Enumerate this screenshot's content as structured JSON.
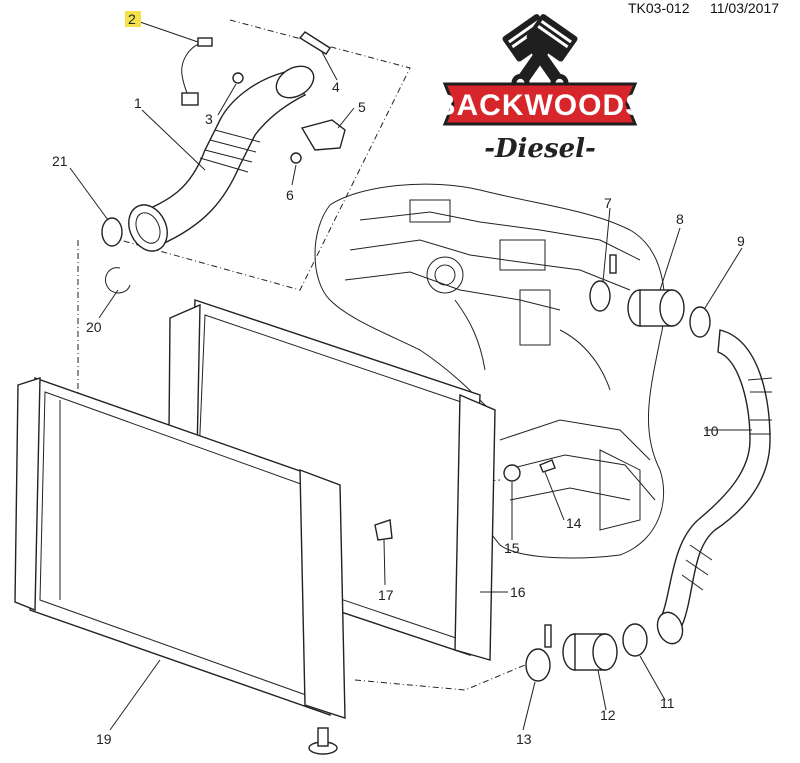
{
  "header": {
    "drawing_id": "TK03-012",
    "date": "11/03/2017"
  },
  "logo": {
    "title": "BACKWOODS",
    "subtitle": "-Diesel-",
    "colors": {
      "banner": "#d6262b",
      "dark": "#1f1f1f"
    }
  },
  "callouts": [
    {
      "id": "1",
      "label": "1"
    },
    {
      "id": "2",
      "label": "2",
      "highlight": true
    },
    {
      "id": "3",
      "label": "3"
    },
    {
      "id": "4",
      "label": "4"
    },
    {
      "id": "5",
      "label": "5"
    },
    {
      "id": "6",
      "label": "6"
    },
    {
      "id": "7",
      "label": "7"
    },
    {
      "id": "8",
      "label": "8"
    },
    {
      "id": "9",
      "label": "9"
    },
    {
      "id": "10",
      "label": "10"
    },
    {
      "id": "11",
      "label": "11"
    },
    {
      "id": "12",
      "label": "12"
    },
    {
      "id": "13",
      "label": "13"
    },
    {
      "id": "14",
      "label": "14"
    },
    {
      "id": "15",
      "label": "15"
    },
    {
      "id": "16",
      "label": "16"
    },
    {
      "id": "17",
      "label": "17"
    },
    {
      "id": "19",
      "label": "19"
    },
    {
      "id": "20",
      "label": "20"
    },
    {
      "id": "21",
      "label": "21"
    }
  ],
  "colors": {
    "highlight": "#f3e24a",
    "line": "#222222",
    "callout_box": "#d9d9d9"
  }
}
